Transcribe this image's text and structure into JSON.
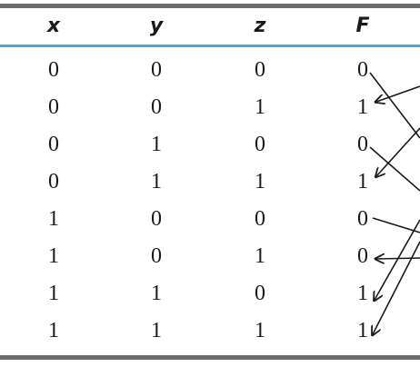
{
  "table": {
    "headers": [
      "x",
      "y",
      "z",
      "F"
    ],
    "rows": [
      [
        "0",
        "0",
        "0",
        "0"
      ],
      [
        "0",
        "0",
        "1",
        "1"
      ],
      [
        "0",
        "1",
        "0",
        "0"
      ],
      [
        "0",
        "1",
        "1",
        "1"
      ],
      [
        "1",
        "0",
        "0",
        "0"
      ],
      [
        "1",
        "0",
        "1",
        "0"
      ],
      [
        "1",
        "1",
        "0",
        "1"
      ],
      [
        "1",
        "1",
        "1",
        "1"
      ]
    ]
  },
  "arrows": [
    {
      "from_row": 0,
      "kind": "out"
    },
    {
      "to_row": 1,
      "kind": "in"
    },
    {
      "from_row": 2,
      "kind": "out"
    },
    {
      "to_row": 3,
      "kind": "in"
    },
    {
      "from_row": 4,
      "kind": "out"
    },
    {
      "to_row": 5,
      "kind": "in"
    },
    {
      "to_row": 6,
      "kind": "in"
    },
    {
      "to_row": 7,
      "kind": "in"
    }
  ],
  "colors": {
    "rule": "#6c6c6c",
    "header_rule": "#49a6dc",
    "text": "#1a1a1a"
  }
}
